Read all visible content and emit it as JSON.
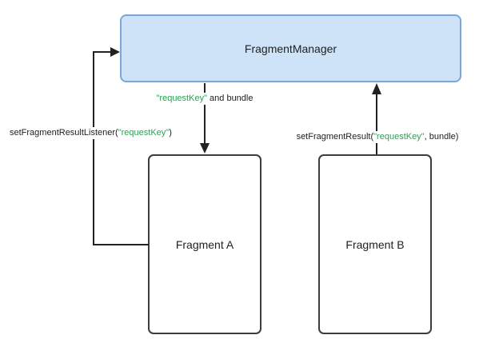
{
  "nodes": {
    "fragment_manager": {
      "label": "FragmentManager"
    },
    "fragment_a": {
      "label": "Fragment A"
    },
    "fragment_b": {
      "label": "Fragment B"
    }
  },
  "labels": {
    "result_delivery": {
      "key": "\"requestKey\"",
      "suffix": " and bundle"
    },
    "set_listener": {
      "prefix": "setFragmentResultListener(",
      "key": "\"requestKey\"",
      "suffix": ")"
    },
    "set_result": {
      "prefix": "setFragmentResult(",
      "key": "\"requestKey\"",
      "suffix": ", bundle)"
    }
  },
  "colors": {
    "manager_fill": "#cfe3f8",
    "manager_border": "#7aa7d7",
    "fragment_border": "#3c3c3c",
    "arrow": "#222222",
    "text": "#212121",
    "request_key_green": "#2f9e58"
  }
}
